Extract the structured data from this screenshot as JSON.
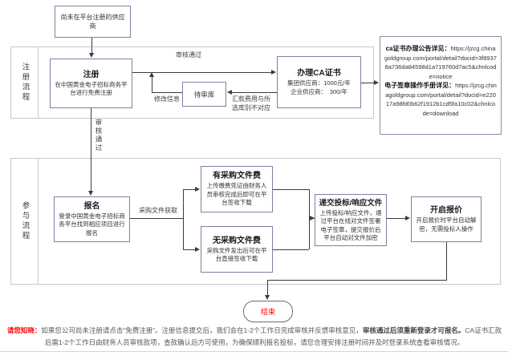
{
  "sections": {
    "s1": "注册流程",
    "s2": "参与流程"
  },
  "nodes": {
    "start": {
      "label": "尚未在平台注册的供应商"
    },
    "register": {
      "title": "注册",
      "desc": "在中国黄金电子招标商务平台进行免费注册"
    },
    "pending": {
      "label": "待审库"
    },
    "ca": {
      "title": "办理CA证书",
      "line1": "集团供应商：1000元/年",
      "line2": "企业供应商：　300/年"
    },
    "info": {
      "label1": "ca证书办理公告详见：",
      "url1": "https://jzcg.chinagoldgroup.com/portal/detail?docid=3f89378a736da84598d1a719760d7ac5&chnlcode=notice",
      "label2": "电子签章操作手册详见：",
      "url2": "https://jzcg.chinagoldgroup.com/portal/detail?docid=e22017a98fd0b62f1912b1cd5fa10c02&chnlcode=download"
    },
    "signup": {
      "title": "报名",
      "desc": "登录中国黄金电子招标商务平台找到相应项目进行报名"
    },
    "fee": {
      "title": "有采购文件费",
      "desc": "上传缴费凭证由财务人员审核完成后即可在平台签收下载"
    },
    "nofee": {
      "title": "无采购文件费",
      "desc": "采购文件发出后可在平台直接签收下载"
    },
    "submit": {
      "title": "递交投标/响应文件",
      "desc": "上传投标/响应文件，通过平台在线对文件签署电子签章，提交报价后平台自动对文件加密"
    },
    "open": {
      "title": "开启报价",
      "desc": "开启报价时平台自动解密，无需投标人操作"
    },
    "end": {
      "label": "结束"
    }
  },
  "edges": {
    "approved_top": "审核通过",
    "modify": "修改信息",
    "mismatch": "汇款费用与所选库别不对应",
    "approved_vertical": "审核通过",
    "fetch": "采购文件获取"
  },
  "notice": {
    "label": "请您知晓：",
    "part1": "如果您公司尚未注册请点击“免费注册”。注册信息提交后，我们会在1-2个工作日完成审核并反馈审核意见，",
    "bold": "审核通过后须重新登录才可报名。",
    "part2": "CA证书汇款后需1-2个工作日由财务人员审核款项，查款确认后方可使用，为确保顺利报名投标，请您合理安排注册时间并及时登录系统查看审核情况。"
  },
  "colors": {
    "box_border": "#7c82a0",
    "section_border": "#c9c9c9",
    "flow_line": "#3c3c3c",
    "end_text": "#ff0000",
    "notice_label": "#ff0000",
    "notice_text": "#595959"
  }
}
